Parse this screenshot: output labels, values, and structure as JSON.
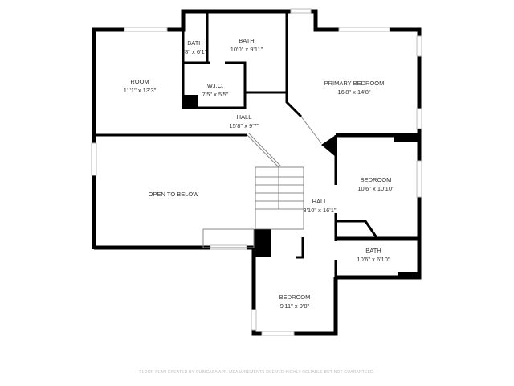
{
  "rooms": [
    {
      "name": "ROOM",
      "size": "11'1\" x 13'3\""
    },
    {
      "name": "BATH",
      "size": "'8\" x 6'1\""
    },
    {
      "name": "BATH",
      "size": "10'0\" x 9'11\""
    },
    {
      "name": "W.I.C.",
      "size": "7'5\" x 5'5\""
    },
    {
      "name": "PRIMARY BEDROOM",
      "size": "16'8\" x 14'8\""
    },
    {
      "name": "HALL",
      "size": "15'8\" x 9'7\""
    },
    {
      "name": "OPEN TO BELOW",
      "size": ""
    },
    {
      "name": "BEDROOM",
      "size": "10'6\" x 10'10\""
    },
    {
      "name": "HALL",
      "size": "3'10\" x 16'1\""
    },
    {
      "name": "BATH",
      "size": "10'6\" x 6'10\""
    },
    {
      "name": "BEDROOM",
      "size": "9'11\" x 9'8\""
    }
  ],
  "footer": "FLOOR PLAN CREATED BY CUBICASA APP. MEASUREMENTS DEEMED HIGHLY RELIABLE BUT NOT GUARANTEED.",
  "colors": {
    "wall": "#000000",
    "window": "#cccccc",
    "text": "#333333"
  }
}
